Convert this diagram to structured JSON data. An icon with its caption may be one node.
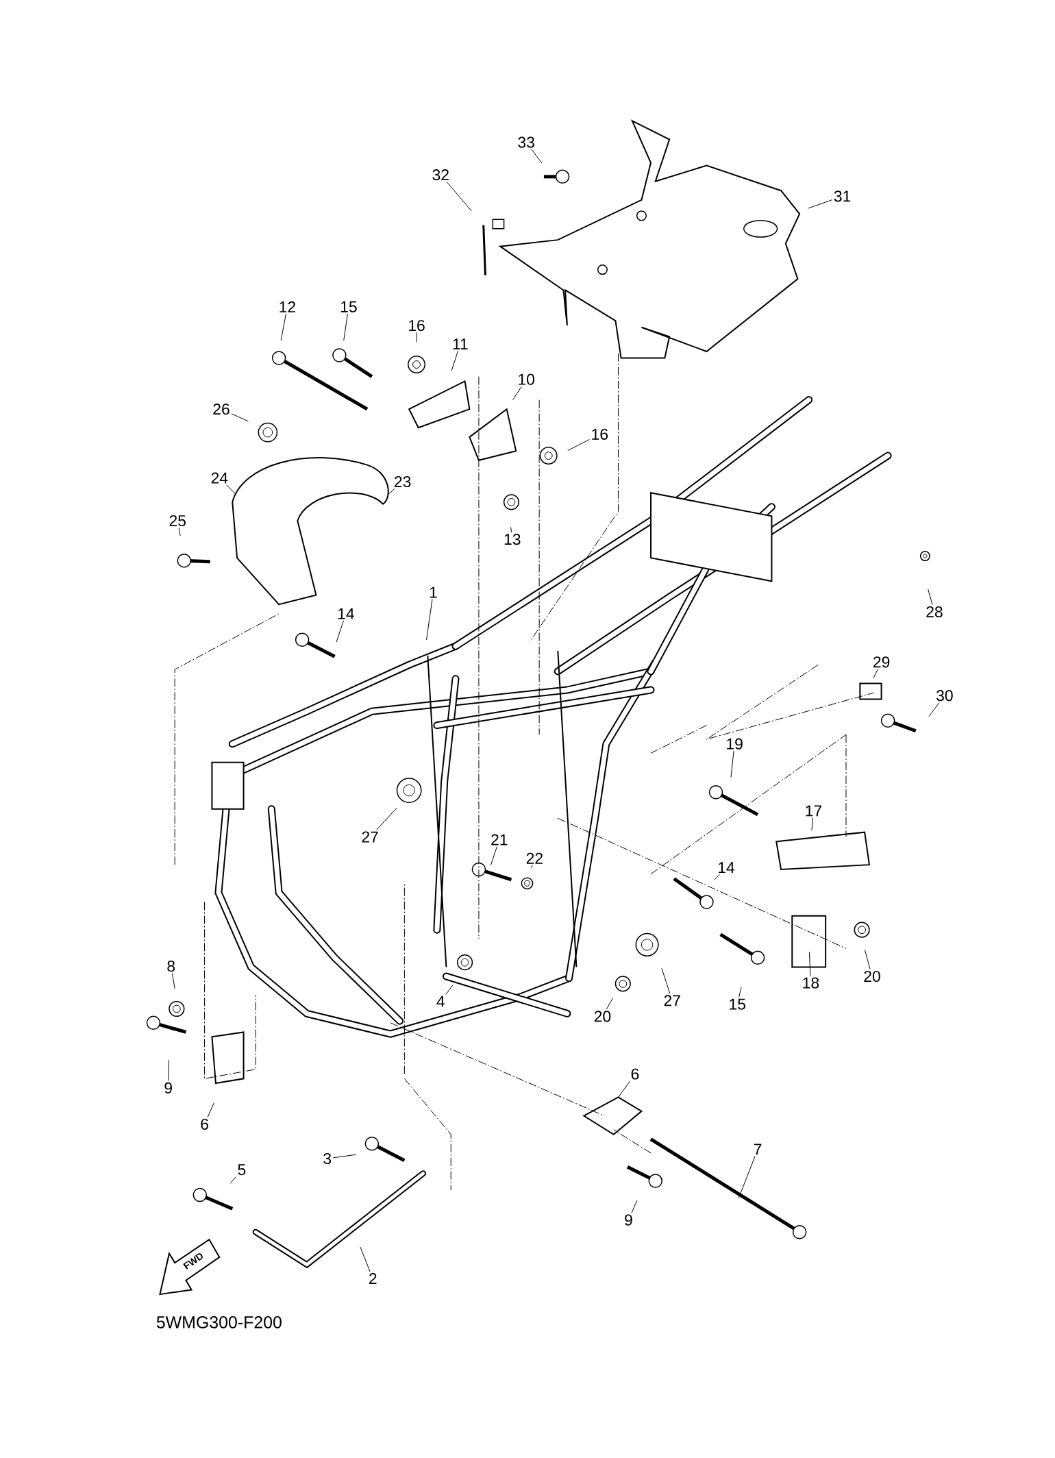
{
  "diagram": {
    "nodes": [
      {
        "text": [
          "33"
        ]
      },
      {
        "text": [
          "32"
        ]
      },
      {
        "text": [
          "31"
        ]
      },
      {
        "text": [
          "12"
        ]
      },
      {
        "text": [
          "15"
        ]
      },
      {
        "text": [
          "16"
        ]
      },
      {
        "text": [
          "11"
        ]
      },
      {
        "text": [
          "10"
        ]
      },
      {
        "text": [
          "26"
        ]
      },
      {
        "text": [
          "16"
        ]
      },
      {
        "text": [
          "24"
        ]
      },
      {
        "text": [
          "23"
        ]
      },
      {
        "text": [
          "25"
        ]
      },
      {
        "text": [
          "13"
        ]
      },
      {
        "text": [
          "1"
        ]
      },
      {
        "text": [
          "28"
        ]
      },
      {
        "text": [
          "14"
        ]
      },
      {
        "text": [
          "29"
        ]
      },
      {
        "text": [
          "30"
        ]
      },
      {
        "text": [
          "19"
        ]
      },
      {
        "text": [
          "17"
        ]
      },
      {
        "text": [
          "27"
        ]
      },
      {
        "text": [
          "21"
        ]
      },
      {
        "text": [
          "22"
        ]
      },
      {
        "text": [
          "14"
        ]
      },
      {
        "text": [
          "8"
        ]
      },
      {
        "text": [
          "20"
        ]
      },
      {
        "text": [
          "18"
        ]
      },
      {
        "text": [
          "4"
        ]
      },
      {
        "text": [
          "27"
        ]
      },
      {
        "text": [
          "15"
        ]
      },
      {
        "text": [
          "20"
        ]
      },
      {
        "text": [
          "6"
        ]
      },
      {
        "text": [
          "9"
        ]
      },
      {
        "text": [
          "6"
        ]
      },
      {
        "text": [
          "7"
        ]
      },
      {
        "text": [
          "3"
        ]
      },
      {
        "text": [
          "5"
        ]
      },
      {
        "text": [
          "9"
        ]
      },
      {
        "text": [
          "2"
        ]
      }
    ],
    "edges": [
      {
        "from": 0,
        "to": null,
        "arrow": "none"
      },
      {
        "from": 1,
        "to": null,
        "arrow": "none"
      },
      {
        "from": 2,
        "to": null,
        "arrow": "none"
      },
      {
        "from": 3,
        "to": null,
        "arrow": "none"
      },
      {
        "from": 4,
        "to": null,
        "arrow": "none"
      },
      {
        "from": 5,
        "to": null,
        "arrow": "none"
      },
      {
        "from": 6,
        "to": null,
        "arrow": "none"
      },
      {
        "from": 7,
        "to": null,
        "arrow": "none"
      },
      {
        "from": 8,
        "to": null,
        "arrow": "none"
      },
      {
        "from": 9,
        "to": null,
        "arrow": "none"
      },
      {
        "from": 10,
        "to": null,
        "arrow": "none"
      },
      {
        "from": 11,
        "to": null,
        "arrow": "none"
      },
      {
        "from": 12,
        "to": null,
        "arrow": "none"
      },
      {
        "from": 13,
        "to": null,
        "arrow": "none"
      },
      {
        "from": 14,
        "to": null,
        "arrow": "none"
      },
      {
        "from": 15,
        "to": null,
        "arrow": "none"
      },
      {
        "from": 16,
        "to": null,
        "arrow": "none"
      },
      {
        "from": 17,
        "to": null,
        "arrow": "none"
      },
      {
        "from": 18,
        "to": null,
        "arrow": "none"
      },
      {
        "from": 19,
        "to": null,
        "arrow": "none"
      },
      {
        "from": 20,
        "to": null,
        "arrow": "none"
      },
      {
        "from": 21,
        "to": null,
        "arrow": "none"
      },
      {
        "from": 22,
        "to": null,
        "arrow": "none"
      },
      {
        "from": 23,
        "to": null,
        "arrow": "none"
      },
      {
        "from": 24,
        "to": null,
        "arrow": "none"
      },
      {
        "from": 25,
        "to": null,
        "arrow": "none"
      },
      {
        "from": 26,
        "to": null,
        "arrow": "none"
      },
      {
        "from": 27,
        "to": null,
        "arrow": "none"
      },
      {
        "from": 28,
        "to": null,
        "arrow": "none"
      },
      {
        "from": 29,
        "to": null,
        "arrow": "none"
      },
      {
        "from": 30,
        "to": null,
        "arrow": "none"
      },
      {
        "from": 31,
        "to": null,
        "arrow": "none"
      },
      {
        "from": 32,
        "to": null,
        "arrow": "none"
      },
      {
        "from": 33,
        "to": null,
        "arrow": "none"
      },
      {
        "from": 34,
        "to": null,
        "arrow": "none"
      },
      {
        "from": 35,
        "to": null,
        "arrow": "none"
      },
      {
        "from": 36,
        "to": null,
        "arrow": "none"
      },
      {
        "from": 37,
        "to": null,
        "arrow": "none"
      },
      {
        "from": 38,
        "to": null,
        "arrow": "none"
      },
      {
        "from": 39,
        "to": null,
        "arrow": "none"
      }
    ],
    "labels": [
      "FWD",
      "5WMG300-F200"
    ]
  }
}
